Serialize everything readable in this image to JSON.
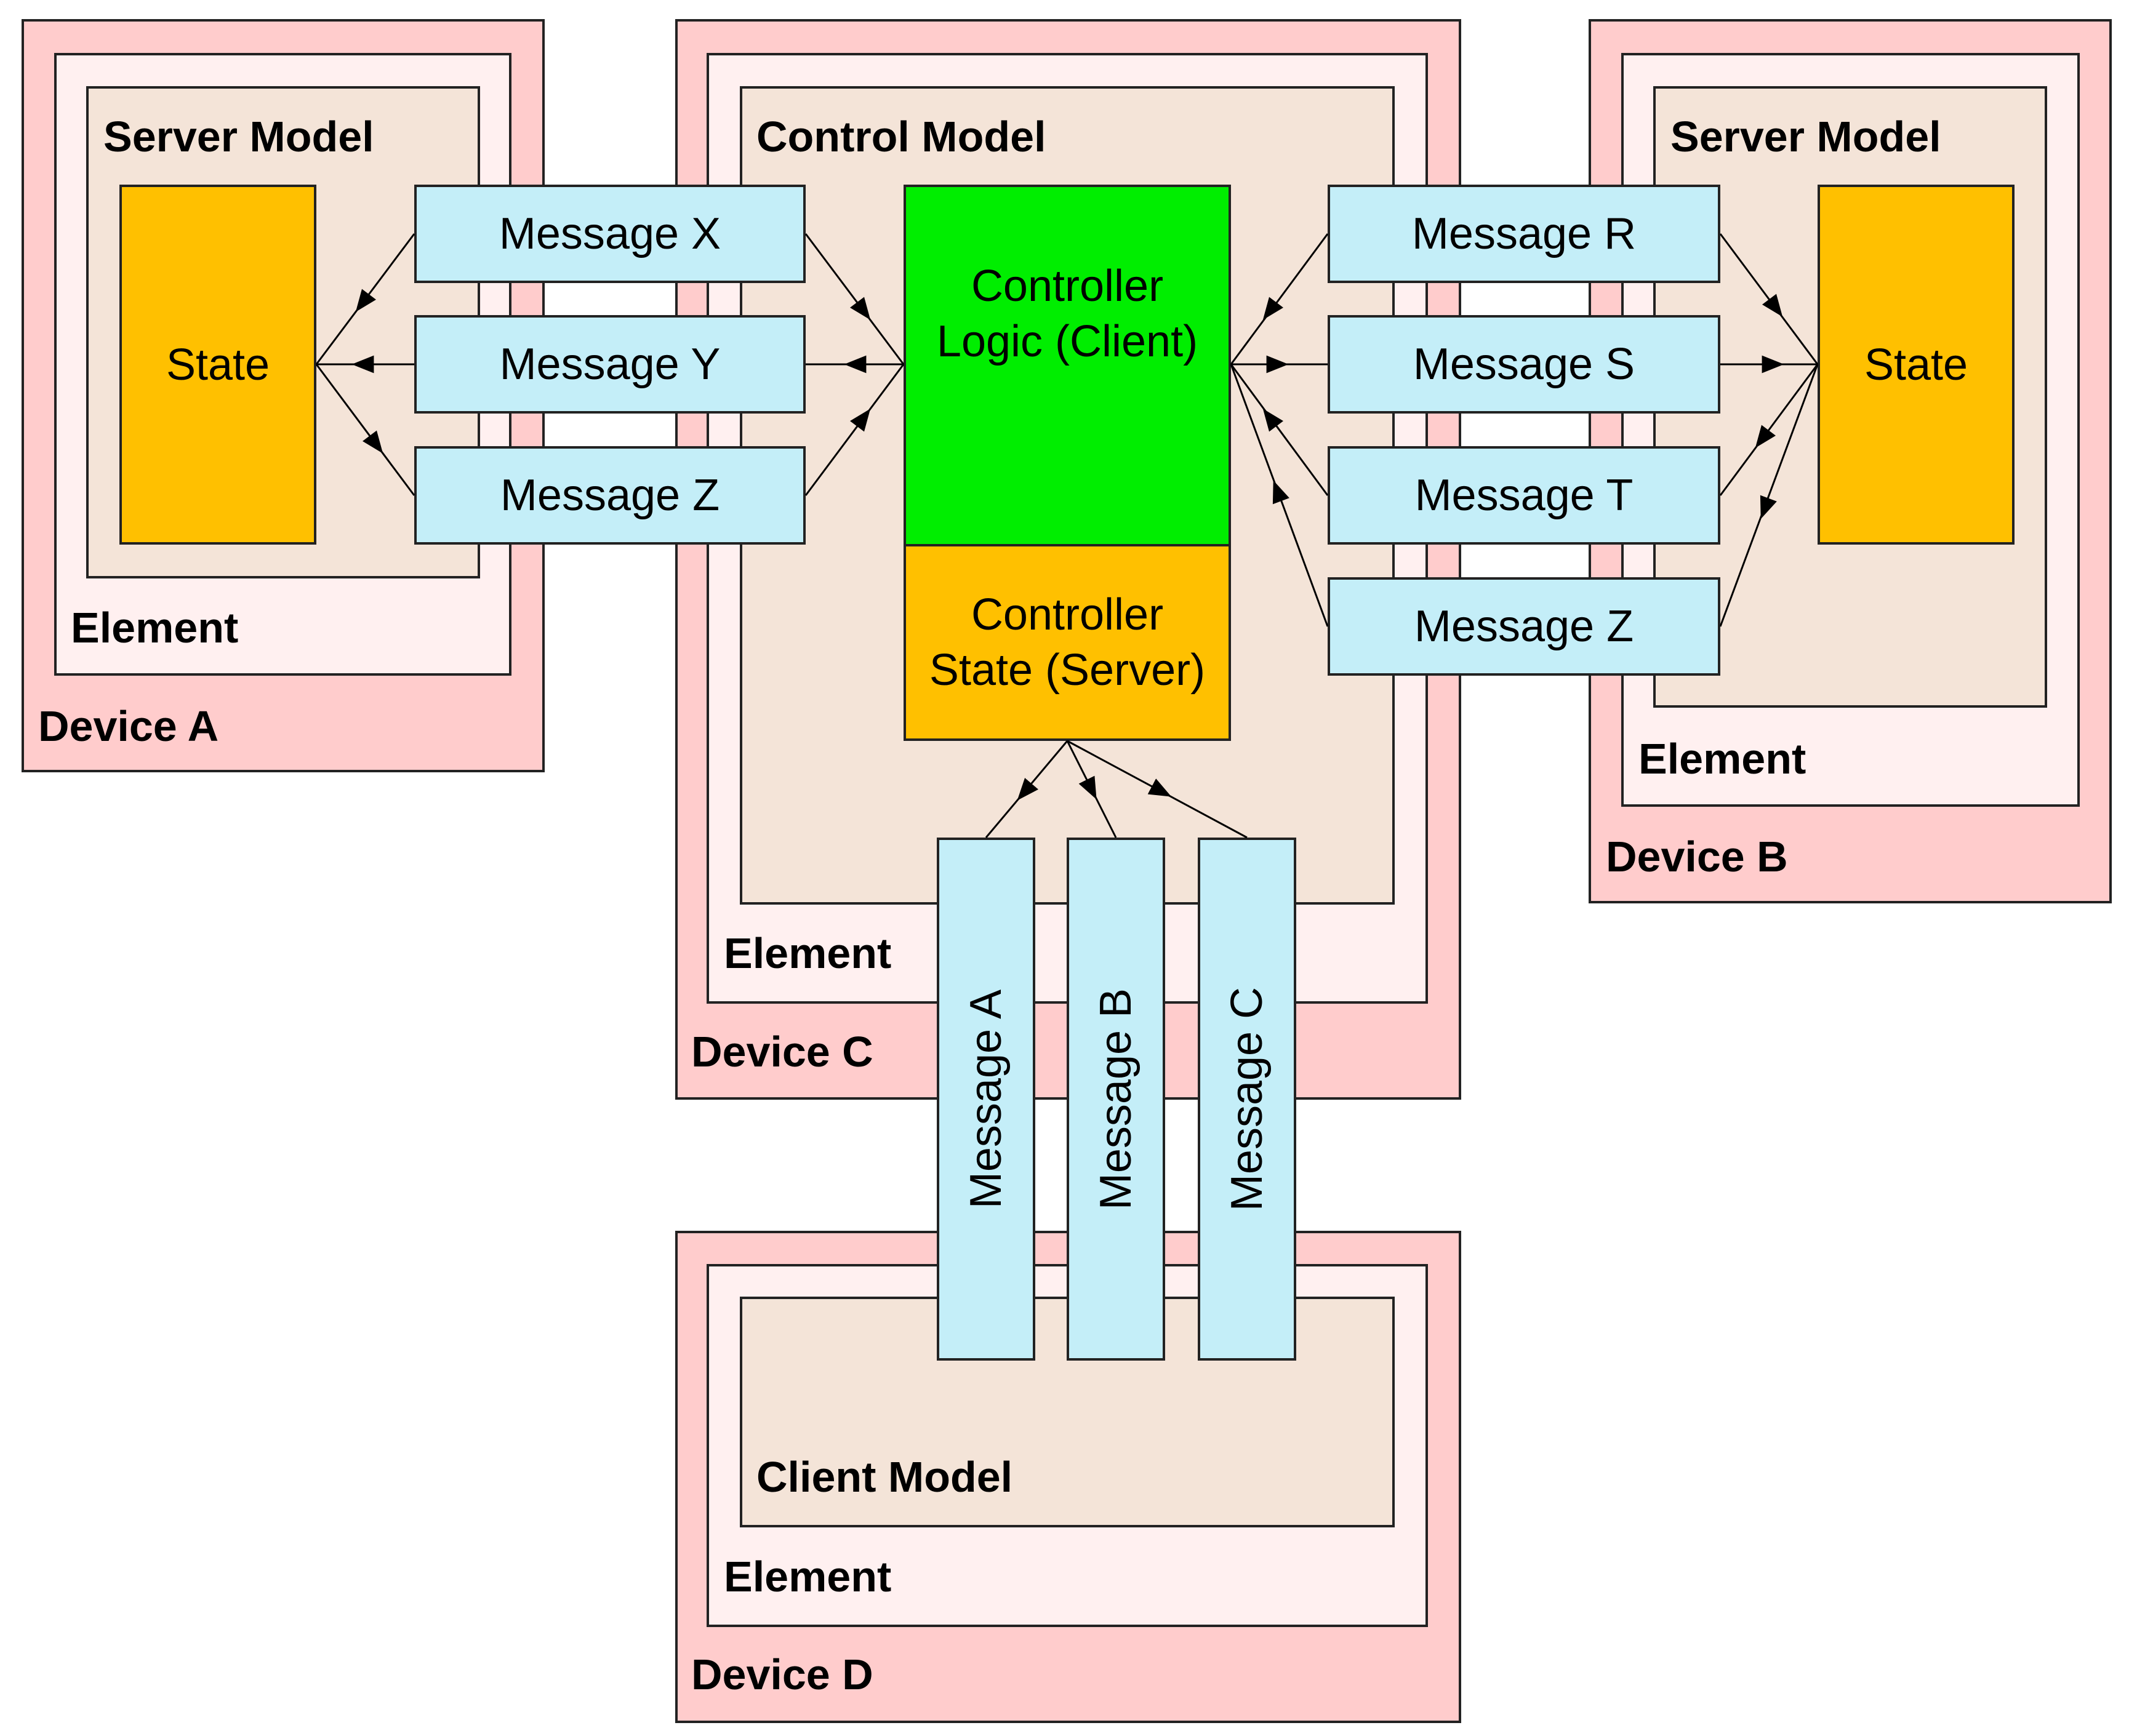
{
  "devices": {
    "a": {
      "label": "Device A",
      "element_label": "Element",
      "model_label": "Server Model",
      "state_label": "State"
    },
    "b": {
      "label": "Device B",
      "element_label": "Element",
      "model_label": "Server Model",
      "state_label": "State"
    },
    "c": {
      "label": "Device C",
      "element_label": "Element",
      "model_label": "Control Model"
    },
    "d": {
      "label": "Device D",
      "element_label": "Element",
      "model_label": "Client Model"
    }
  },
  "controller": {
    "logic_label": "Controller Logic (Client)",
    "state_label": "Controller State (Server)"
  },
  "messages": {
    "left": [
      "Message X",
      "Message Y",
      "Message Z"
    ],
    "right": [
      "Message R",
      "Message S",
      "Message T",
      "Message Z"
    ],
    "bottom": [
      "Message A",
      "Message B",
      "Message C"
    ]
  },
  "colors": {
    "device": "#ffcccc",
    "element": "#fff0f0",
    "model": "#f4e4d8",
    "state": "#ffc000",
    "logic": "#00ee00",
    "message": "#c4eef8"
  }
}
